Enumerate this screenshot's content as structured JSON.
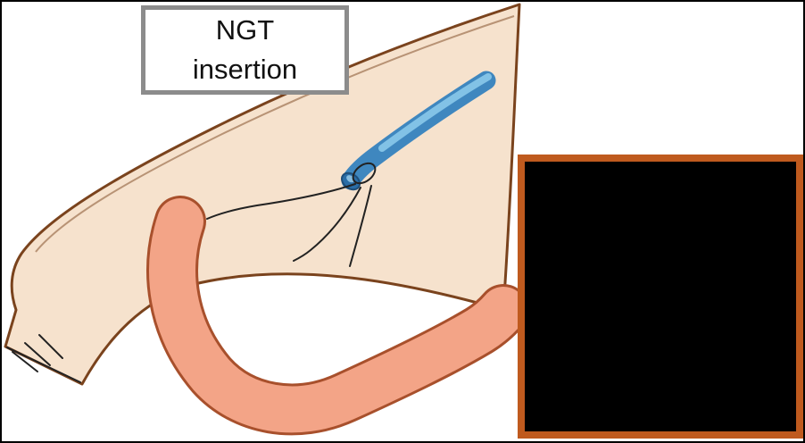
{
  "title_box": {
    "line1": "NGT",
    "line2": "insertion"
  },
  "illustration": {
    "name": "ngt-insertion-anatomy-diagram",
    "parts": [
      "tissue-flap",
      "bowel-loop",
      "ngt-tube",
      "suture-threads",
      "redaction-box"
    ]
  },
  "colors": {
    "background": "#ffffff",
    "text": "#111111",
    "label_border": "#8c8c8c",
    "redaction_fill": "#000000",
    "redaction_border": "#bf5a1e",
    "tissue_fill": "#f6e2cd",
    "tissue_outline": "#7a431d",
    "bowel_fill": "#f3a487",
    "bowel_outline": "#a8502c",
    "tube_fill": "#3f87bf",
    "tube_highlight": "#8ecdec",
    "tube_tip": "#2a6da6",
    "thread": "#222222"
  }
}
